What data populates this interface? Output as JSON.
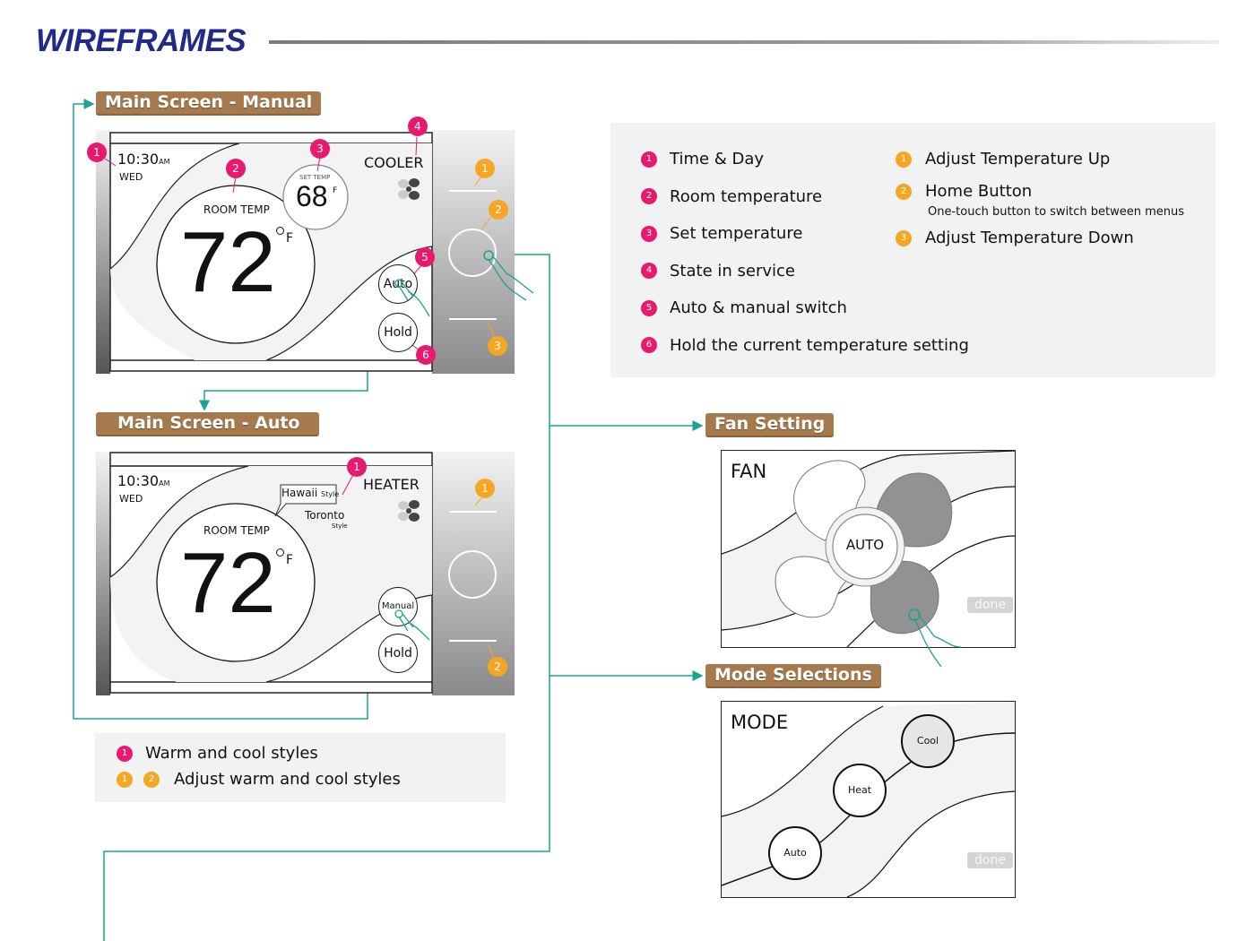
{
  "page": {
    "title": "WIREFRAMES"
  },
  "colors": {
    "title": "#1f2a8a",
    "label_bg": "#a67a4d",
    "connector": "#1aa393",
    "badge_pink": "#e8196e",
    "badge_orange": "#f6a623",
    "legend_bg": "#f1f2f2"
  },
  "sections": {
    "manual": "Main Screen - Manual",
    "auto": "Main Screen - Auto",
    "fan": "Fan Setting",
    "mode": "Mode Selections"
  },
  "manual_screen": {
    "time": "10:30",
    "ampm": "AM",
    "day": "WED",
    "room_temp_label": "ROOM TEMP",
    "room_temp": "72",
    "unit": "F",
    "set_temp_label": "SET TEMP",
    "set_temp": "68",
    "state": "COOLER",
    "auto_button": "Auto",
    "hold_button": "Hold",
    "pink_badges": [
      "1",
      "2",
      "3",
      "4",
      "5",
      "6"
    ],
    "orange_badges": [
      "1",
      "2",
      "3"
    ],
    "fan_icon": "fan-icon",
    "home_button_icon": "home-ring-icon",
    "touch_icon": "hand-pointer-icon"
  },
  "auto_screen": {
    "time": "10:30",
    "ampm": "AM",
    "day": "WED",
    "room_temp_label": "ROOM TEMP",
    "room_temp": "72",
    "unit": "F",
    "state": "HEATER",
    "style_active": "Hawaii",
    "style_active_suffix": "Style",
    "style_other": "Toronto",
    "style_other_suffix": "Style",
    "manual_button": "Manual",
    "hold_button": "Hold",
    "pink_badges": [
      "1"
    ],
    "orange_badges": [
      "1",
      "2"
    ]
  },
  "legend_main": {
    "left": [
      {
        "num": "1",
        "text": "Time & Day"
      },
      {
        "num": "2",
        "text": "Room temperature"
      },
      {
        "num": "3",
        "text": "Set temperature"
      },
      {
        "num": "4",
        "text": "State in service"
      },
      {
        "num": "5",
        "text": "Auto & manual switch"
      },
      {
        "num": "6",
        "text": "Hold the current temperature setting"
      }
    ],
    "right": [
      {
        "num": "1",
        "text": "Adjust Temperature Up",
        "sub": ""
      },
      {
        "num": "2",
        "text": "Home Button",
        "sub": "One-touch button to switch between menus"
      },
      {
        "num": "3",
        "text": "Adjust Temperature Down",
        "sub": ""
      }
    ]
  },
  "legend_auto": {
    "row1": {
      "badges": [
        "1"
      ],
      "text": "Warm and cool styles"
    },
    "row2": {
      "badges": [
        "1",
        "2"
      ],
      "text": "Adjust warm and cool styles"
    }
  },
  "fan_screen": {
    "title": "FAN",
    "center": "AUTO",
    "done": "done"
  },
  "mode_screen": {
    "title": "MODE",
    "options": [
      "Auto",
      "Heat",
      "Cool"
    ],
    "selected": "Cool",
    "done": "done"
  }
}
